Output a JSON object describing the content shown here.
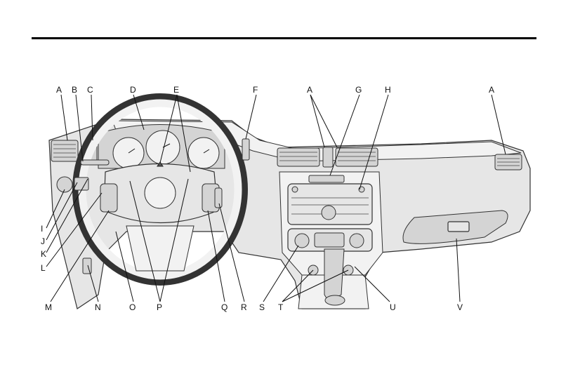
{
  "callouts": {
    "A1": "A",
    "B": "B",
    "C": "C",
    "D": "D",
    "E": "E",
    "F": "F",
    "A2": "A",
    "G": "G",
    "H": "H",
    "A3": "A",
    "I": "I",
    "J": "J",
    "K": "K",
    "L": "L",
    "M": "M",
    "N": "N",
    "O": "O",
    "P": "P",
    "Q": "Q",
    "R": "R",
    "S": "S",
    "T": "T",
    "U": "U",
    "V": "V"
  }
}
